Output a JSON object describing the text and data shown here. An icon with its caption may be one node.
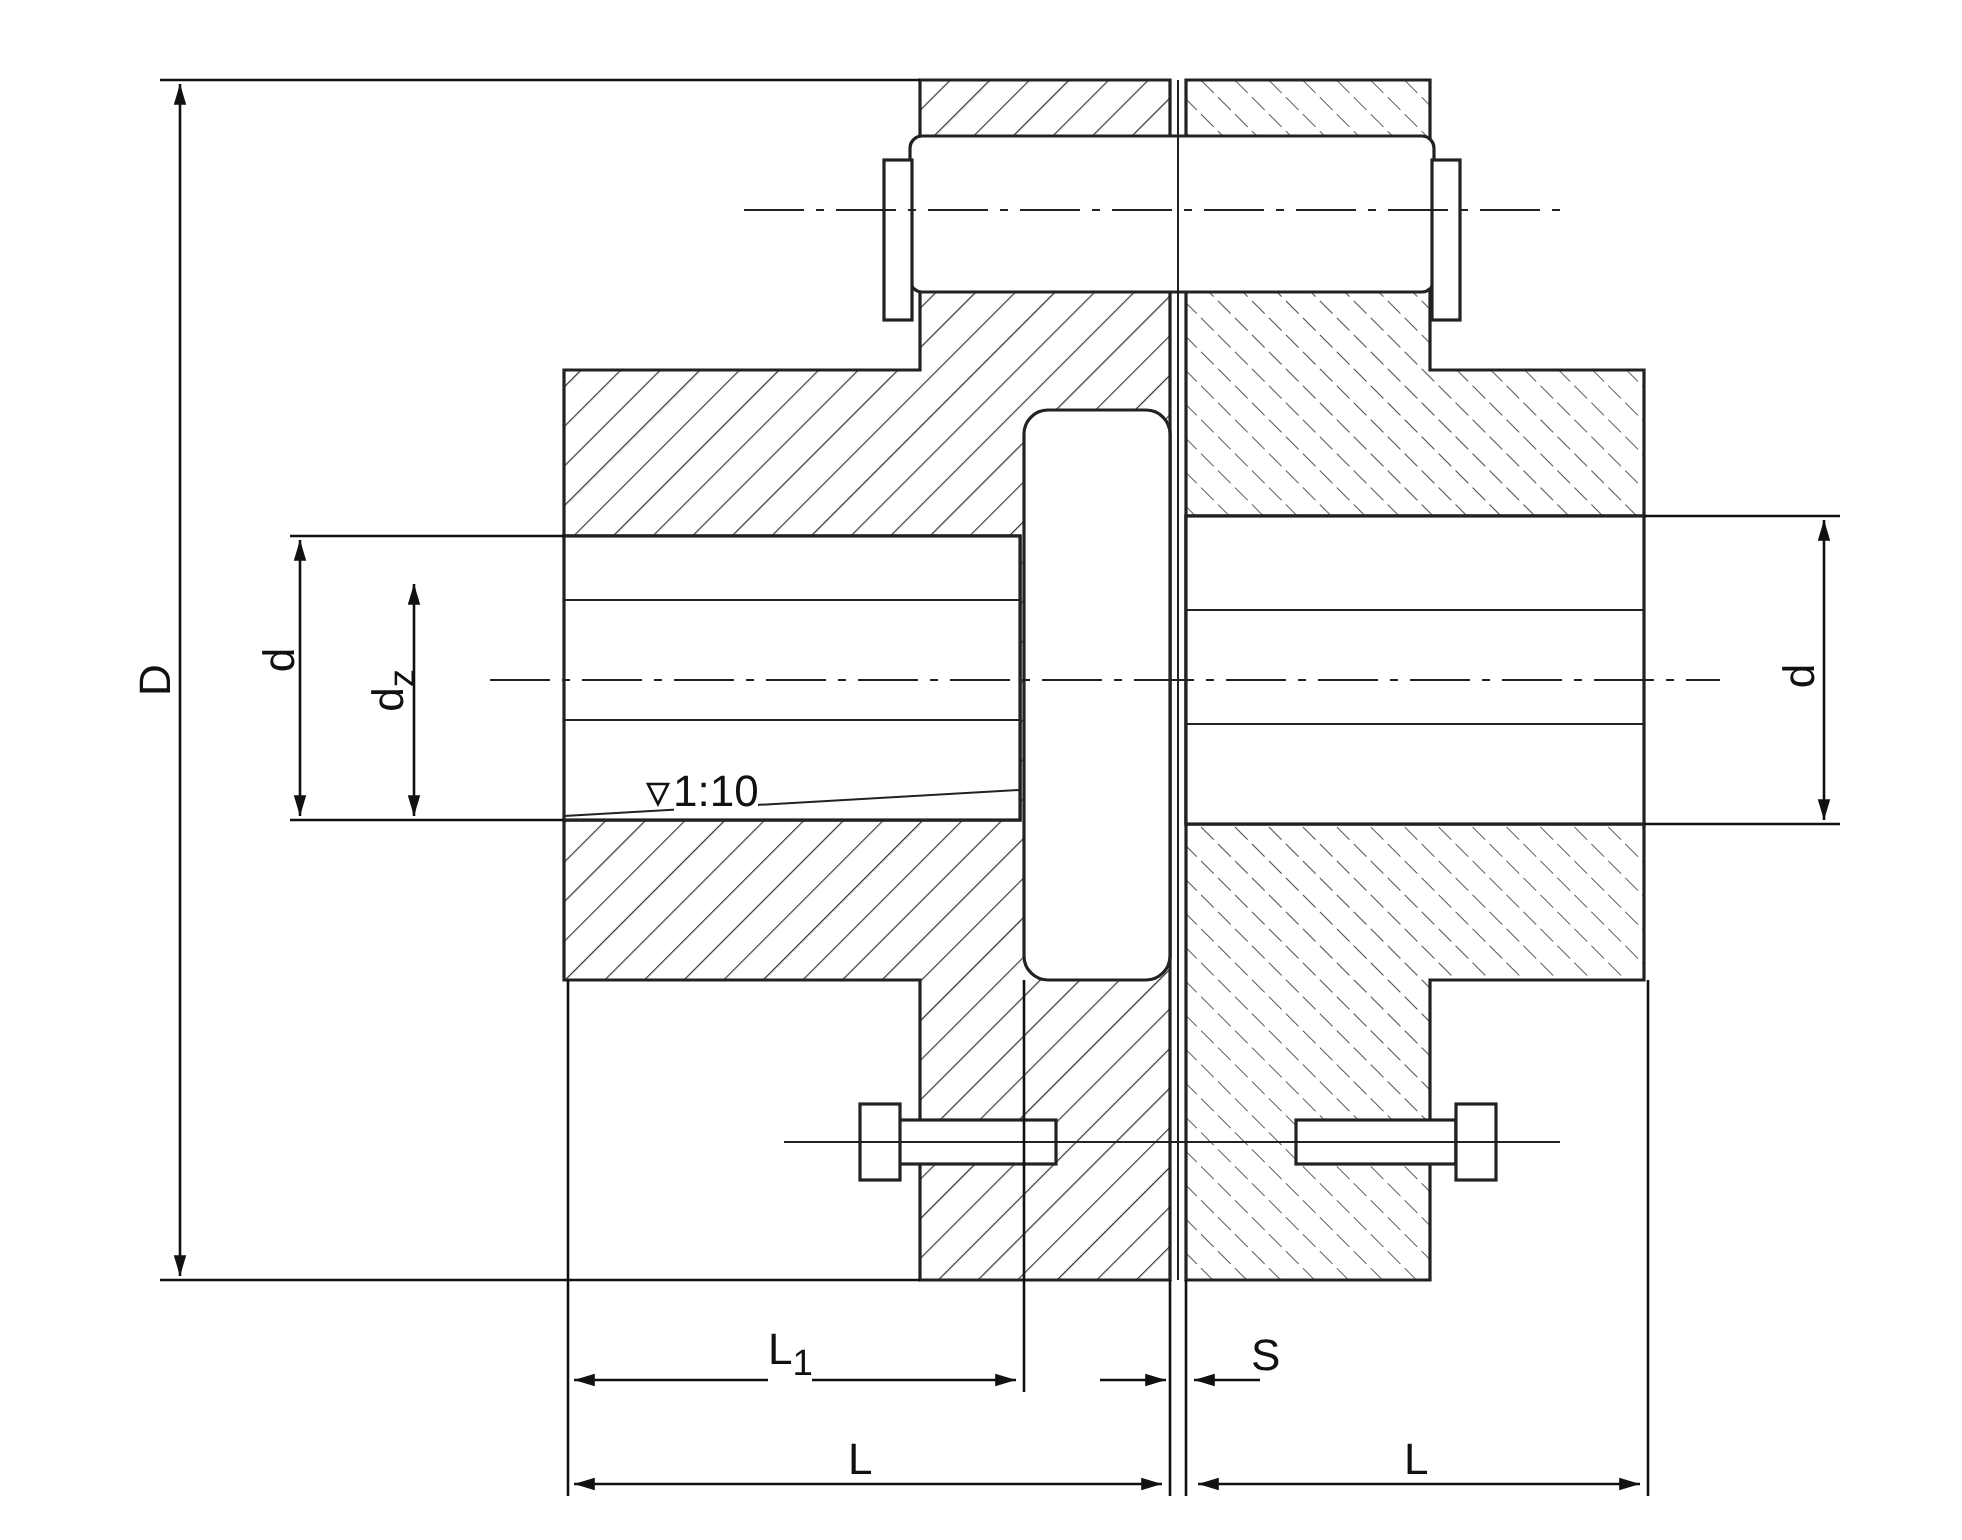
{
  "diagram": {
    "labels": [
      "D",
      "d",
      "d$_{z}$",
      "1:10",
      "d",
      "L$_{1}$",
      "S",
      "L",
      "L"
    ]
  }
}
